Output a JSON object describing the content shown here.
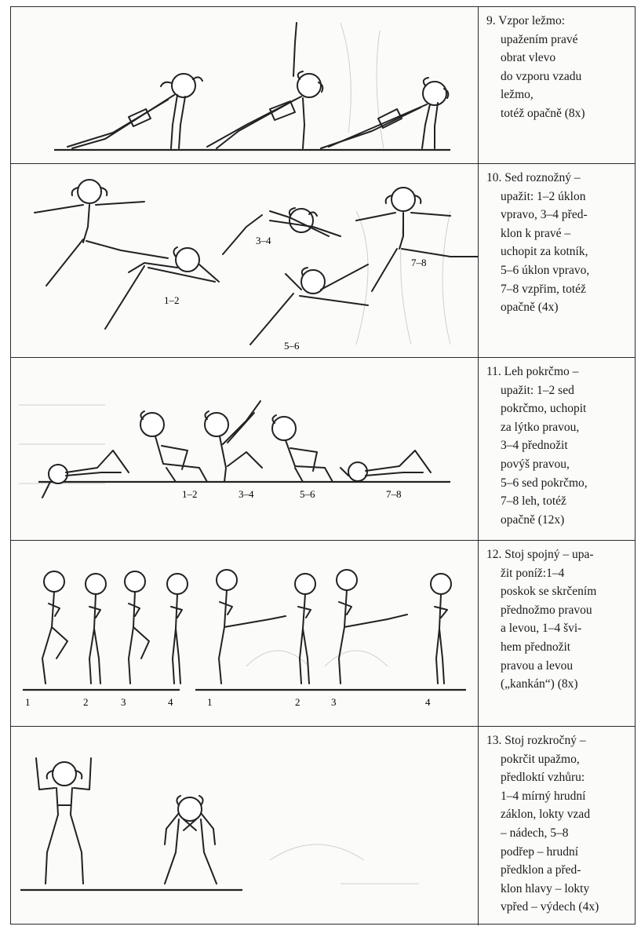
{
  "rows": [
    {
      "id": "ex9",
      "text_lines": [
        "9. Vzpor ležmo:",
        "upažením pravé",
        "obrat vlevo",
        "do vzporu vzadu",
        "ležmo,",
        "totéž opačně (8x)"
      ],
      "figure_labels": []
    },
    {
      "id": "ex10",
      "text_lines": [
        "10. Sed roznožný –",
        "upažit: 1–2 úklon",
        "vpravo, 3–4 před-",
        "klon k pravé –",
        "uchopit za kotník,",
        "5–6 úklon vpravo,",
        "7–8 vzpřim, totéž",
        "opačně (4x)"
      ],
      "figure_labels": [
        "1–2",
        "3–4",
        "5–6",
        "7–8"
      ]
    },
    {
      "id": "ex11",
      "text_lines": [
        "11. Leh pokrčmo –",
        "upažit: 1–2 sed",
        "pokrčmo, uchopit",
        "za lýtko pravou,",
        "3–4 přednožit",
        "povýš pravou,",
        "5–6 sed pokrčmo,",
        "7–8 leh, totéž",
        "opačně (12x)"
      ],
      "figure_labels": [
        "1–2",
        "3–4",
        "5–6",
        "7–8"
      ]
    },
    {
      "id": "ex12",
      "text_lines": [
        "12. Stoj spojný – upa-",
        "žit poníž:1–4",
        "poskok se skrčením",
        "přednožmo pravou",
        "a levou, 1–4 švi-",
        "hem přednožit",
        "pravou a levou",
        "(„kankán“) (8x)"
      ],
      "figure_labels": [
        "1",
        "2",
        "3",
        "4",
        "1",
        "2",
        "3",
        "4"
      ]
    },
    {
      "id": "ex13",
      "text_lines": [
        "13. Stoj rozkročný –",
        "pokrčit upažmo,",
        "předloktí vzhůru:",
        "1–4 mírný hrudní",
        "záklon, lokty vzad",
        "– nádech, 5–8",
        "podřep – hrudní",
        "předklon a před-",
        "klon hlavy – lokty",
        "vpřed – výdech (4x)"
      ],
      "figure_labels": []
    }
  ]
}
